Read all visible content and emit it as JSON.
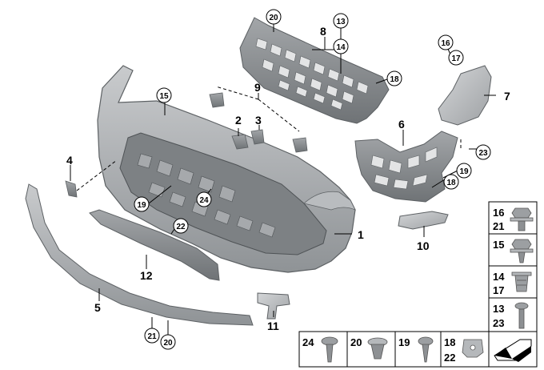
{
  "diagram": {
    "part_labels": {
      "p1": "1",
      "p2": "2",
      "p3": "3",
      "p4": "4",
      "p5": "5",
      "p6": "6",
      "p7": "7",
      "p8": "8",
      "p9": "9",
      "p10": "10",
      "p11": "11",
      "p12": "12"
    },
    "callouts": {
      "c15": "15",
      "c13": "13",
      "c14": "14",
      "c16": "16",
      "c17": "17",
      "c18a": "18",
      "c18b": "18",
      "c19a": "19",
      "c19b": "19",
      "c20a": "20",
      "c20b": "20",
      "c21": "21",
      "c22": "22",
      "c23": "23",
      "c24": "24"
    },
    "fastener_legend": {
      "right_column": [
        {
          "top": "16",
          "bottom": "21",
          "icon": "flange-bolt-icon"
        },
        {
          "top": "15",
          "bottom": "",
          "icon": "flange-screw-icon"
        },
        {
          "top": "14",
          "bottom": "17",
          "icon": "threaded-insert-icon"
        },
        {
          "top": "13",
          "bottom": "23",
          "icon": "long-screw-icon"
        }
      ],
      "bottom_row": [
        {
          "top": "24",
          "bottom": "",
          "icon": "pan-screw-icon"
        },
        {
          "top": "20",
          "bottom": "",
          "icon": "expansion-rivet-icon"
        },
        {
          "top": "19",
          "bottom": "",
          "icon": "self-tapping-screw-icon"
        },
        {
          "top": "18",
          "bottom": "22",
          "icon": "spring-nut-clip-icon"
        },
        {
          "top": "",
          "bottom": "",
          "icon": "direction-arrow-icon"
        }
      ]
    }
  }
}
